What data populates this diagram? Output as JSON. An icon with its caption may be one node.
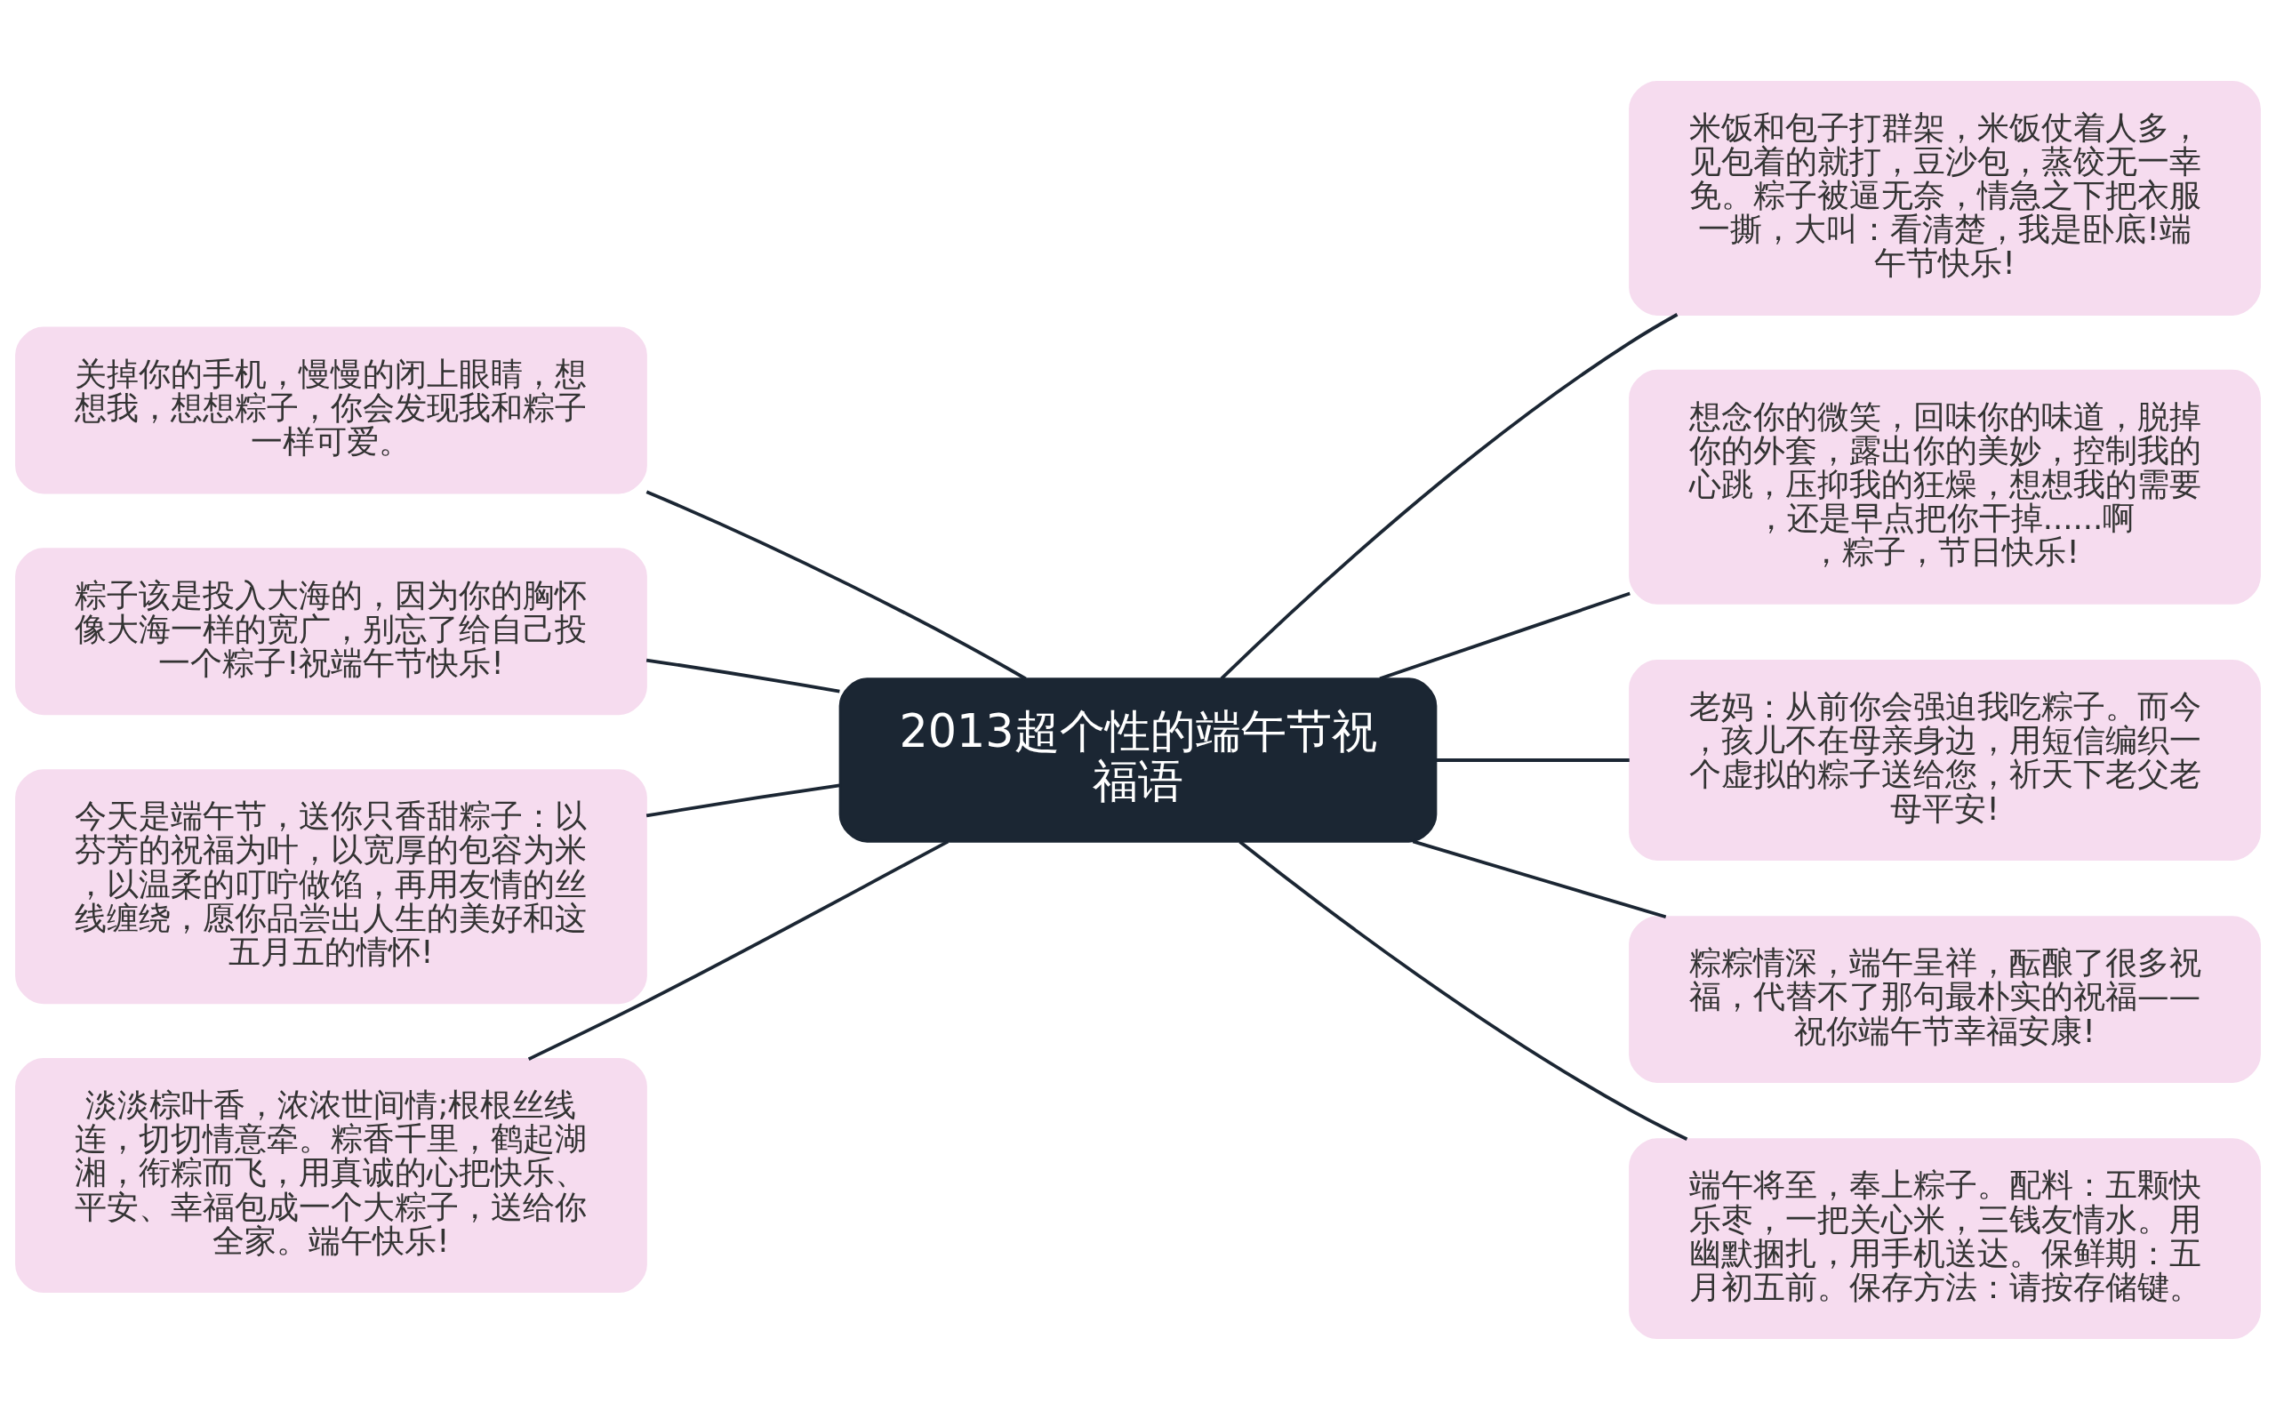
{
  "diagram": {
    "nodes": [
      {
        "text": [
          "2013超个性的端午节祝福语"
        ]
      },
      {
        "text": [
          "关掉你的手机，慢慢的闭上眼睛，想想我，想想粽子，你会发现我和粽子一样可爱。"
        ]
      },
      {
        "text": [
          "粽子该是投入大海的，因为你的胸怀像大海一样的宽广，别忘了给自己投一个粽子!祝端午节快乐!"
        ]
      },
      {
        "text": [
          "今天是端午节，送你只香甜粽子：以芬芳的祝福为叶，以宽厚的包容为米，以温柔的叮咛做馅，再用友情的丝线缠绕，愿你品尝出人生的美好和这五月五的情怀!"
        ]
      },
      {
        "text": [
          "淡淡棕叶香，浓浓世间情;根根丝线连，切切情意牵。粽香千里，鹤起湖湘，衔粽而飞，用真诚的心把快乐、平安、幸福包成一个大粽子，送给你全家。端午快乐!"
        ]
      },
      {
        "text": [
          "米饭和包子打群架，米饭仗着人多，见包着的就打，豆沙包，蒸饺无一幸免。粽子被逼无奈，情急之下把衣服一撕，大叫：看清楚，我是卧底!端午节快乐!"
        ]
      },
      {
        "text": [
          "想念你的微笑，回味你的味道，脱掉你的外套，露出你的美妙，控制我的心跳，压抑我的狂燥，想想我的需要，还是早点把你干掉......啊，粽子，节日快乐!"
        ]
      },
      {
        "text": [
          "老妈：从前你会强迫我吃粽子。而今，孩儿不在母亲身边，用短信编织一个虚拟的粽子送给您，祈天下老父老母平安!"
        ]
      },
      {
        "text": [
          "粽粽情深，端午呈祥，酝酿了很多祝福，代替不了那句最朴实的祝福——祝你端午节幸福安康!"
        ]
      },
      {
        "text": [
          "端午将至，奉上粽子。配料：五颗快乐枣，一把关心米，三钱友情水。用幽默捆扎，用手机送达。保鲜期：五月初五前。保存方法：请按存储键。"
        ]
      }
    ],
    "edges": [
      {
        "from": 0,
        "to": 1,
        "arrow": "none"
      },
      {
        "from": 0,
        "to": 2,
        "arrow": "none"
      },
      {
        "from": 0,
        "to": 3,
        "arrow": "none"
      },
      {
        "from": 0,
        "to": 4,
        "arrow": "none"
      },
      {
        "from": 0,
        "to": 5,
        "arrow": "none"
      },
      {
        "from": 0,
        "to": 6,
        "arrow": "none"
      },
      {
        "from": 0,
        "to": 7,
        "arrow": "none"
      },
      {
        "from": 0,
        "to": 8,
        "arrow": "none"
      },
      {
        "from": 0,
        "to": 9,
        "arrow": "none"
      }
    ]
  }
}
